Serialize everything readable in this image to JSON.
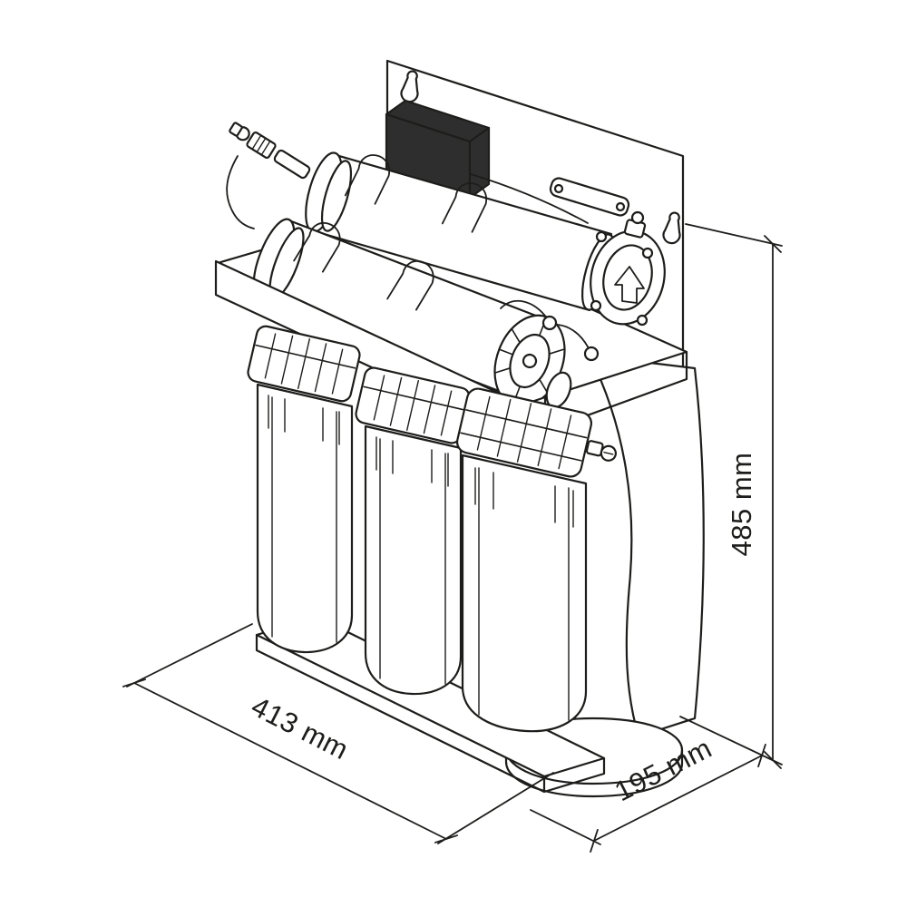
{
  "drawing": {
    "title": "water-filtration-unit-dimension-drawing",
    "dimensions": {
      "width": "413 mm",
      "depth": "195 mm",
      "height": "485 mm"
    },
    "colors": {
      "ink": "#1d1d1b",
      "background": "#ffffff",
      "solid_box": "#2e2e2e"
    }
  }
}
